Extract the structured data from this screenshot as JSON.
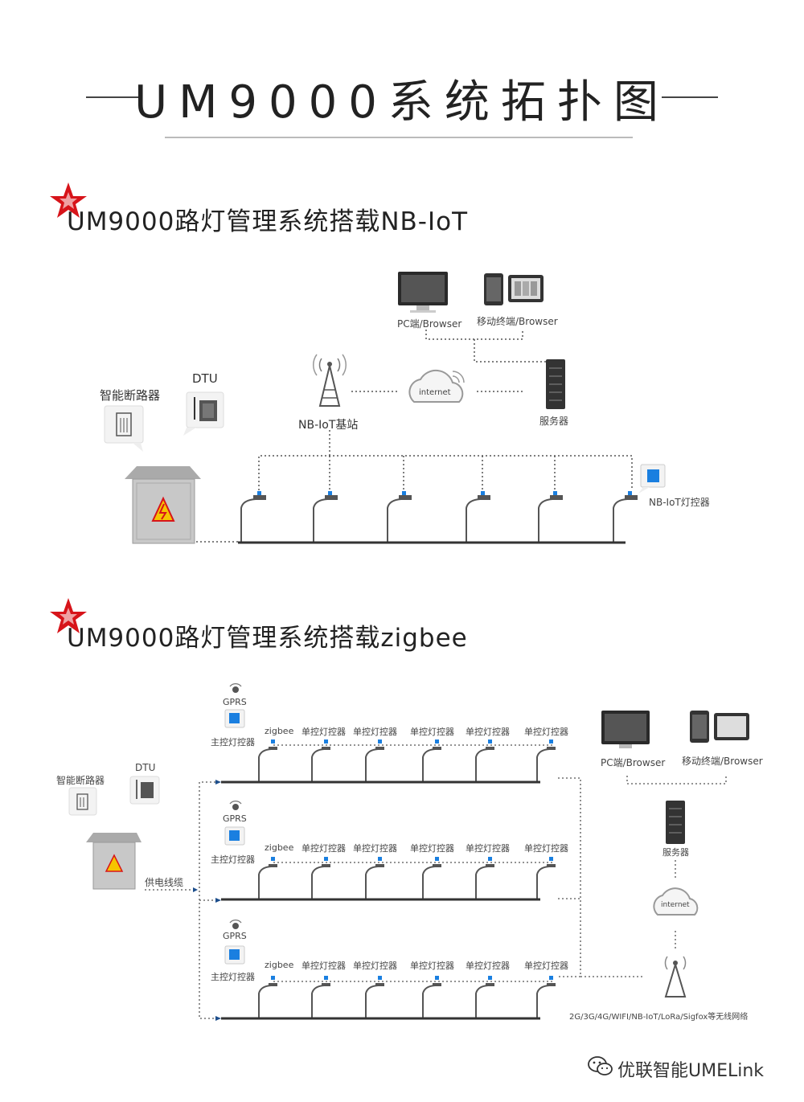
{
  "title": "UM9000系统拓扑图",
  "section1": {
    "heading": "UM9000路灯管理系统搭载NB-IoT",
    "pc_label": "PC端/Browser",
    "mobile_label": "移动终端/Browser",
    "internet_label": "internet",
    "server_label": "服务器",
    "basestation_label": "NB-IoT基站",
    "breaker_label": "智能断路器",
    "dtu_label": "DTU",
    "controller_label": "NB-IoT灯控器"
  },
  "section2": {
    "heading": "UM9000路灯管理系统搭载zigbee",
    "gprs_label": "GPRS",
    "master_label": "主控灯控器",
    "zigbee_label": "zigbee",
    "single_label": "单控灯控器",
    "breaker_label": "智能断路器",
    "dtu_label": "DTU",
    "cable_label": "供电线缆",
    "pc_label": "PC端/Browser",
    "mobile_label": "移动终端/Browser",
    "server_label": "服务器",
    "internet_label": "internet",
    "network_label": "2G/3G/4G/WIFI/NB-IoT/LoRa/Sigfox等无线网络"
  },
  "watermark": "优联智能UMELink",
  "colors": {
    "accent_red": "#d7141a",
    "controller_blue": "#1a7fe0",
    "line_gray": "#555555"
  }
}
